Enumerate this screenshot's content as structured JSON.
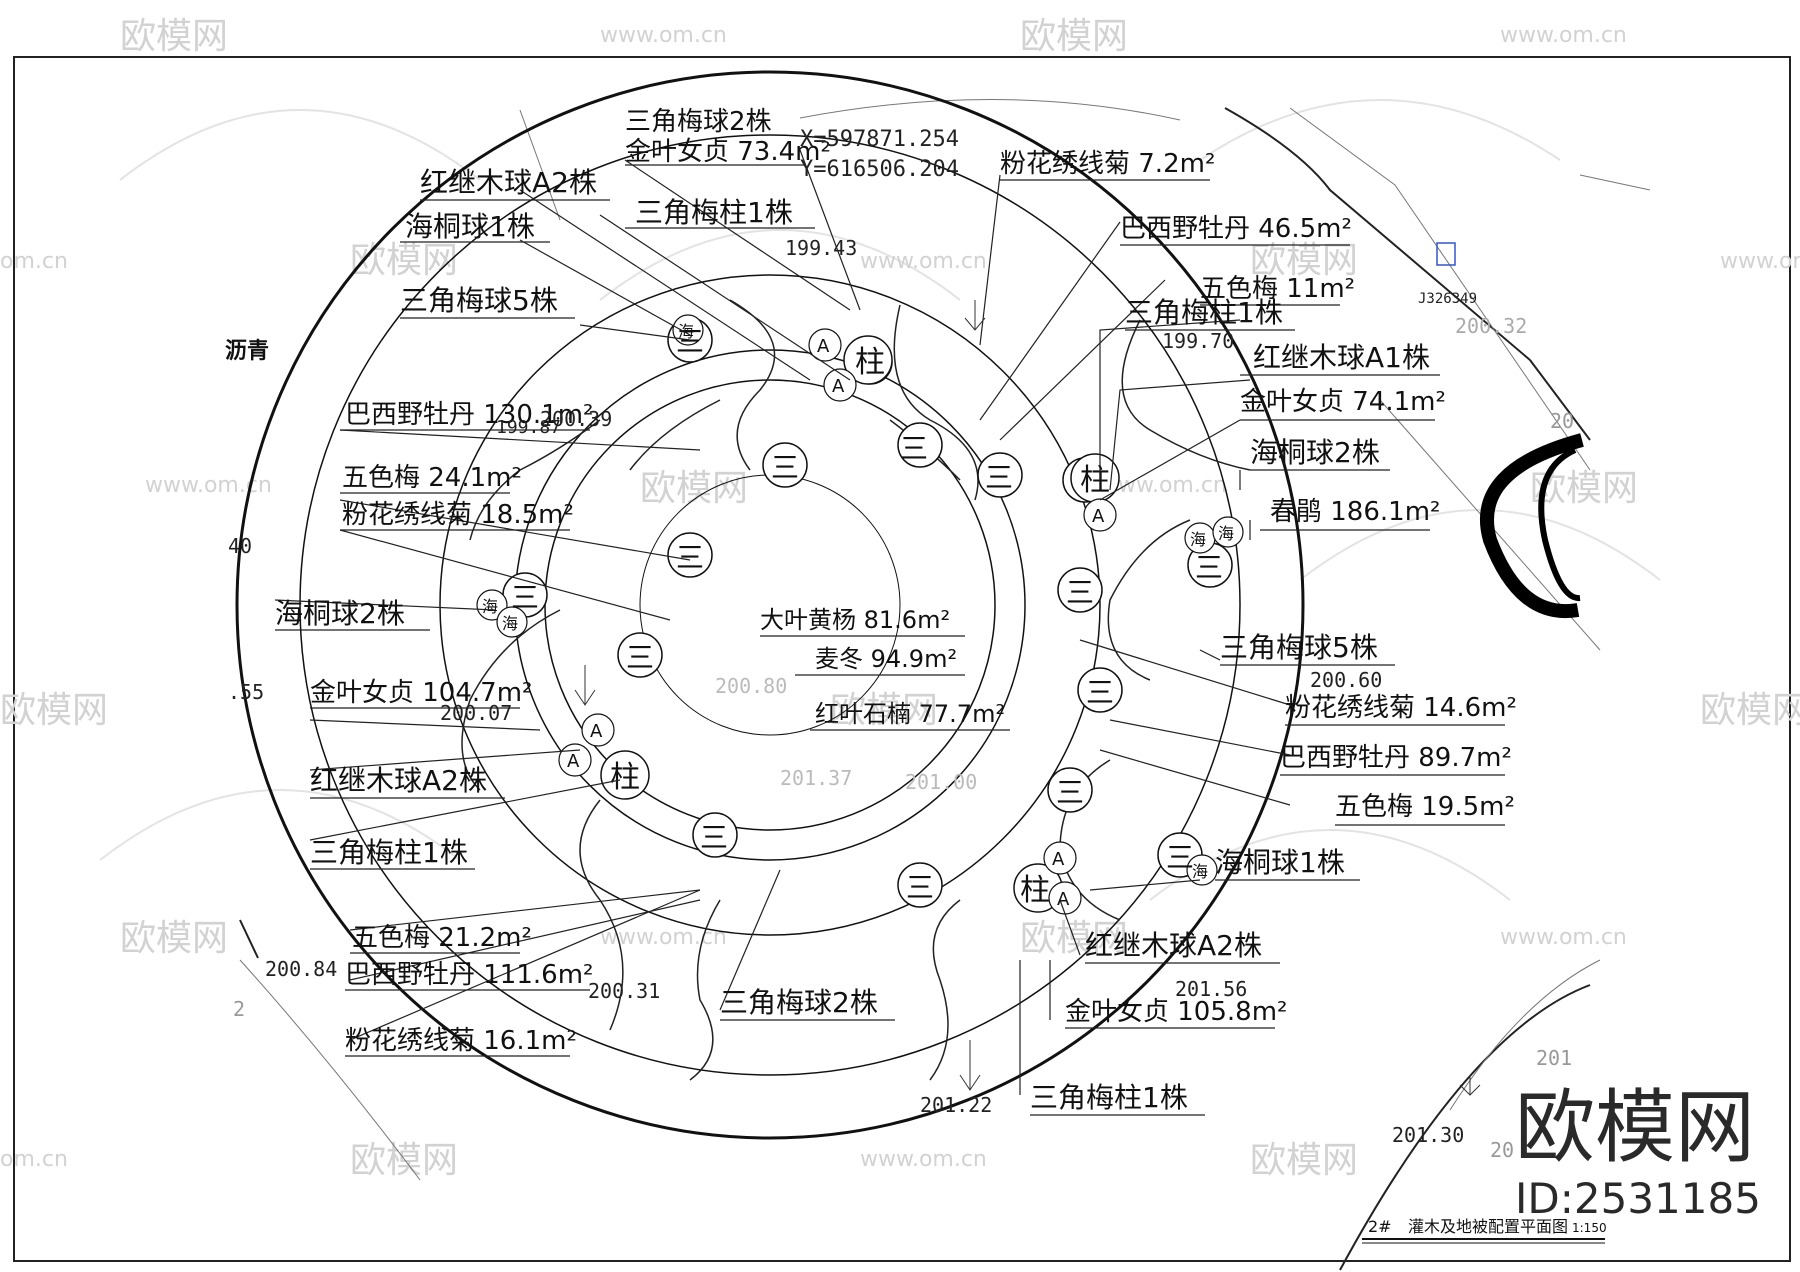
{
  "watermark": {
    "brand": "欧模网",
    "site": "www.om.cn",
    "site_short": "om.cn",
    "big_brand": "欧模网",
    "big_id": "ID:2531185"
  },
  "survey_point": {
    "x_label": "X=597871.254",
    "y_label": "Y=616506.204"
  },
  "plan_title": {
    "number": "2#",
    "name": "灌木及地被配置平面图",
    "scale": "1:150"
  },
  "side_marks": {
    "top": "J326349",
    "left_text": "沥青",
    "num_a": "40",
    "num_b": ".55",
    "num_c": "20",
    "num_d": "2",
    "num_e": "201",
    "num_f": "20"
  },
  "symbols": {
    "column": "柱",
    "triangle": "三",
    "haitong": "海",
    "ball_a": "A"
  },
  "labels": [
    "三角梅球2株",
    "金叶女贞 73.4m²",
    "红继木球A2株",
    "三角梅柱1株",
    "海桐球1株",
    "三角梅球5株",
    "巴西野牡丹 130.1m²",
    "五色梅 24.1m²",
    "粉花绣线菊 18.5m²",
    "海桐球2株",
    "金叶女贞 104.7m²",
    "红继木球A2株",
    "三角梅柱1株",
    "五色梅 21.2m²",
    "巴西野牡丹 111.6m²",
    "粉花绣线菊 16.1m²",
    "三角梅球2株",
    "粉花绣线菊 7.2m²",
    "巴西野牡丹 46.5m²",
    "五色梅 11m²",
    "三角梅柱1株",
    "红继木球A1株",
    "金叶女贞 74.1m²",
    "海桐球2株",
    "春鹃 186.1m²",
    "三角梅球5株",
    "粉花绣线菊 14.6m²",
    "巴西野牡丹 89.7m²",
    "五色梅 19.5m²",
    "海桐球1株",
    "红继木球A2株",
    "金叶女贞 105.8m²",
    "三角梅柱1株",
    "大叶黄杨 81.6m²",
    "麦冬 94.9m²",
    "红叶石楠 77.7m²"
  ],
  "elevations": [
    "199.43",
    "199.70",
    "200.39",
    "199.87",
    "200.07",
    "200.80",
    "201.37",
    "201.00",
    "200.60",
    "200.84",
    "200.31",
    "201.56",
    "201.22",
    "201.30",
    "200.32"
  ]
}
